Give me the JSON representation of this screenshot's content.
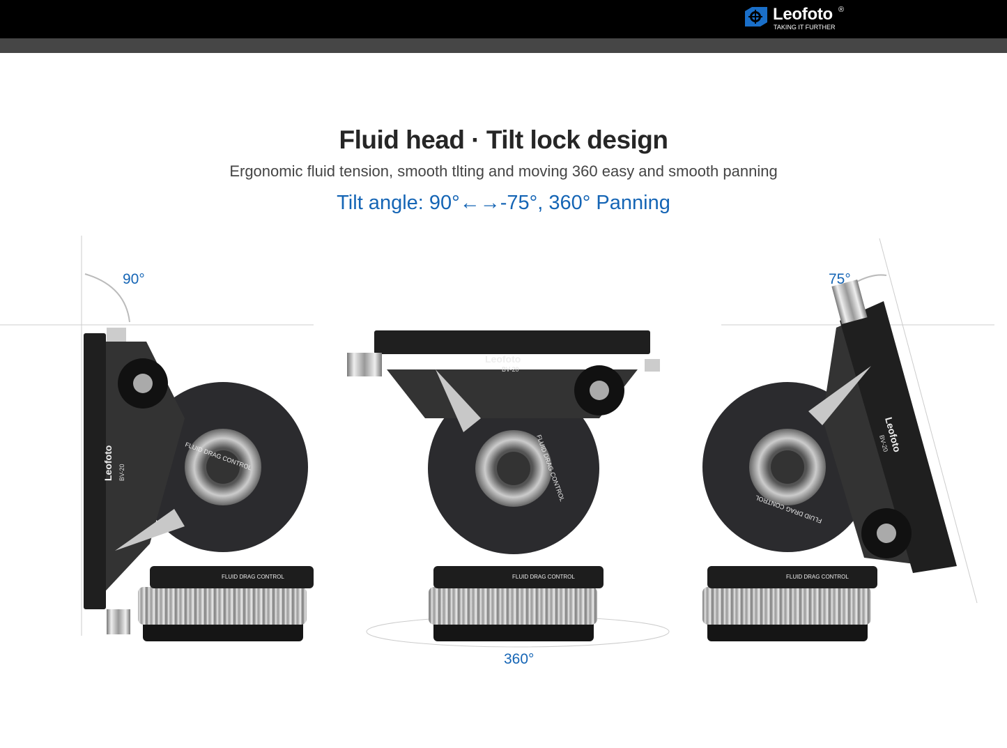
{
  "brand": {
    "name": "Leofoto",
    "registered": "®",
    "tagline": "TAKING IT FURTHER",
    "color": "#1a6fc9"
  },
  "heading": {
    "title": "Fluid head · Tilt lock design",
    "subtitle": "Ergonomic fluid tension, smooth tlting and moving 360 easy and smooth panning",
    "tilt_angle": "Tilt angle: 90°←→-75°, 360° Panning"
  },
  "angles": {
    "left": "90°",
    "right": "75°",
    "pan": "360°"
  },
  "product": {
    "brand": "Leofoto",
    "model": "BV-20",
    "dial": "FLUID DRAG CONTROL",
    "base_dial": "FLUID DRAG CONTROL"
  },
  "colors": {
    "accent": "#1565b5",
    "body": "#2b2b2e"
  }
}
